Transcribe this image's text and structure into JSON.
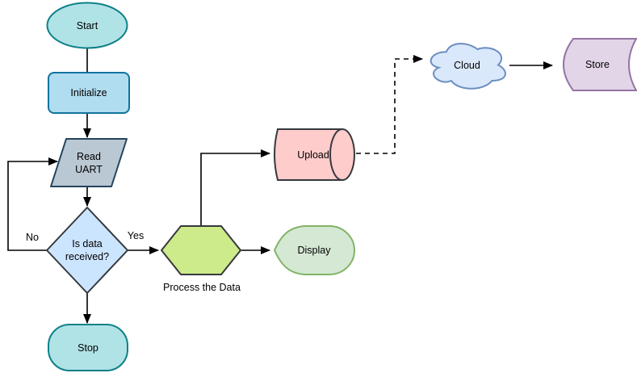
{
  "diagram": {
    "background": "#ffffff",
    "edge_color": "#000000",
    "nodes": {
      "start": {
        "label": "Start",
        "shape": "ellipse-terminator",
        "fill": "#b0e3e6",
        "stroke": "#0e8088"
      },
      "initialize": {
        "label": "Initialize",
        "shape": "rounded-process",
        "fill": "#b1ddf0",
        "stroke": "#10739e"
      },
      "read_uart": {
        "label": "Read UART",
        "shape": "parallelogram-io",
        "fill": "#bac8d3",
        "stroke": "#23445d"
      },
      "decision": {
        "label": "Is data received?",
        "shape": "decision-diamond",
        "fill": "#cce5ff",
        "stroke": "#36393d"
      },
      "stop": {
        "label": "Stop",
        "shape": "terminator",
        "fill": "#b0e3e6",
        "stroke": "#0e8088"
      },
      "process": {
        "label": "Process the Data",
        "shape": "hexagon",
        "fill": "#cdeb8b",
        "stroke": "#36393d"
      },
      "display": {
        "label": "Display",
        "shape": "display",
        "fill": "#d5e8d4",
        "stroke": "#82b366"
      },
      "upload": {
        "label": "Upload",
        "shape": "cylinder-horizontal",
        "fill": "#ffcccc",
        "stroke": "#36393d"
      },
      "cloud": {
        "label": "Cloud",
        "shape": "cloud",
        "fill": "#dae8fc",
        "stroke": "#6c8ebf"
      },
      "store": {
        "label": "Store",
        "shape": "stored-data",
        "fill": "#e1d5e7",
        "stroke": "#9673a6"
      }
    },
    "edges": [
      {
        "from": "start",
        "to": "initialize",
        "style": "solid",
        "arrow": false
      },
      {
        "from": "initialize",
        "to": "read_uart",
        "style": "solid",
        "arrow": true
      },
      {
        "from": "read_uart",
        "to": "decision",
        "style": "solid",
        "arrow": true
      },
      {
        "from": "decision",
        "to": "process",
        "style": "solid",
        "arrow": true,
        "label": "Yes"
      },
      {
        "from": "decision",
        "to": "read_uart",
        "style": "solid",
        "arrow": true,
        "label": "No"
      },
      {
        "from": "decision",
        "to": "stop",
        "style": "solid",
        "arrow": true
      },
      {
        "from": "process",
        "to": "display",
        "style": "solid",
        "arrow": true
      },
      {
        "from": "process",
        "to": "upload",
        "style": "solid",
        "arrow": true
      },
      {
        "from": "upload",
        "to": "cloud",
        "style": "dashed",
        "arrow": true
      },
      {
        "from": "cloud",
        "to": "store",
        "style": "solid",
        "arrow": true
      }
    ]
  }
}
